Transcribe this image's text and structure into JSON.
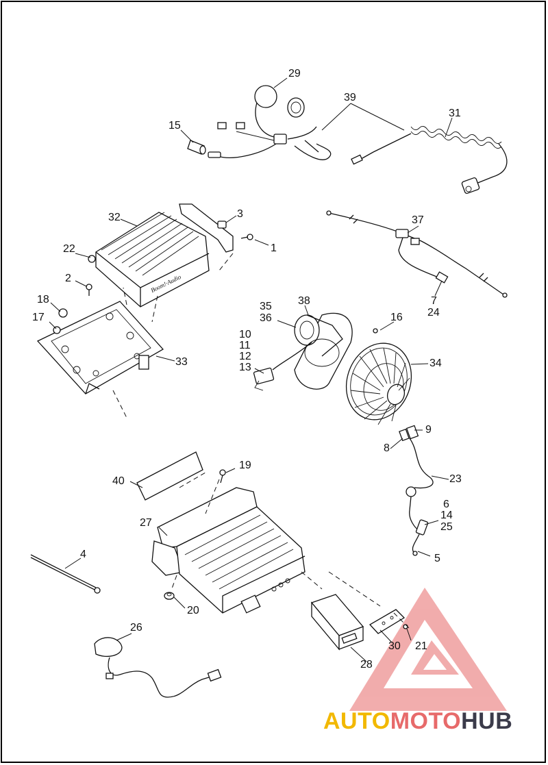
{
  "diagram": {
    "callouts": [
      {
        "id": "c29",
        "text": "29"
      },
      {
        "id": "c39",
        "text": "39"
      },
      {
        "id": "c31",
        "text": "31"
      },
      {
        "id": "c15",
        "text": "15"
      },
      {
        "id": "c32",
        "text": "32"
      },
      {
        "id": "c3",
        "text": "3"
      },
      {
        "id": "c1",
        "text": "1"
      },
      {
        "id": "c22",
        "text": "22"
      },
      {
        "id": "c37",
        "text": "37"
      },
      {
        "id": "c2",
        "text": "2"
      },
      {
        "id": "c18",
        "text": "18"
      },
      {
        "id": "c17",
        "text": "17"
      },
      {
        "id": "c7",
        "text": "7"
      },
      {
        "id": "c24",
        "text": "24"
      },
      {
        "id": "c35",
        "text": "35"
      },
      {
        "id": "c36",
        "text": "36"
      },
      {
        "id": "c38",
        "text": "38"
      },
      {
        "id": "c16",
        "text": "16"
      },
      {
        "id": "c10",
        "text": "10"
      },
      {
        "id": "c11",
        "text": "11"
      },
      {
        "id": "c12",
        "text": "12"
      },
      {
        "id": "c13",
        "text": "13"
      },
      {
        "id": "c33",
        "text": "33"
      },
      {
        "id": "c34",
        "text": "34"
      },
      {
        "id": "c9",
        "text": "9"
      },
      {
        "id": "c8",
        "text": "8"
      },
      {
        "id": "c40",
        "text": "40"
      },
      {
        "id": "c19",
        "text": "19"
      },
      {
        "id": "c23",
        "text": "23"
      },
      {
        "id": "c27",
        "text": "27"
      },
      {
        "id": "c6",
        "text": "6"
      },
      {
        "id": "c14",
        "text": "14"
      },
      {
        "id": "c25",
        "text": "25"
      },
      {
        "id": "c4",
        "text": "4"
      },
      {
        "id": "c5",
        "text": "5"
      },
      {
        "id": "c20",
        "text": "20"
      },
      {
        "id": "c26",
        "text": "26"
      },
      {
        "id": "c30",
        "text": "30"
      },
      {
        "id": "c21",
        "text": "21"
      },
      {
        "id": "c28",
        "text": "28"
      }
    ],
    "label_text_on_amplifier": "Boom!·Audio",
    "watermark": {
      "part1": "AUTO",
      "part2": "MOTO",
      "part3": "HUB"
    },
    "colors": {
      "line": "#111111",
      "watermark_red": "#e76a6a",
      "watermark_yellow": "#f2b800",
      "watermark_dark": "#3b3b4a"
    }
  }
}
